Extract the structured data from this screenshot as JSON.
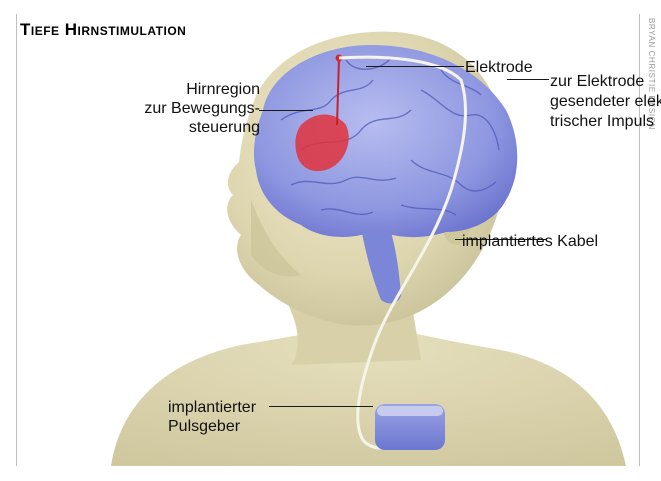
{
  "title": "Tiefe Hirnstimulation",
  "credit": "BRYAN CHRISTIE DESIGN",
  "labels": {
    "elektrode": "Elektrode",
    "hirnregion_1": "Hirnregion",
    "hirnregion_2": "zur Bewegungs-",
    "hirnregion_3": "steuerung",
    "impuls_1": "zur Elektrode",
    "impuls_2": "gesendeter elek-",
    "impuls_3": "trischer Impuls",
    "kabel": "implantiertes Kabel",
    "pulsgeber_1": "implantierter",
    "pulsgeber_2": "Pulsgeber"
  },
  "colors": {
    "skin": "#e3dcb8",
    "skin_shadow": "#c9c199",
    "brain": "#8f98e0",
    "brain_dark": "#5b64c4",
    "target_region": "#e0323c",
    "device": "#7d88d8",
    "leader_lines": "#1a1a1a"
  }
}
